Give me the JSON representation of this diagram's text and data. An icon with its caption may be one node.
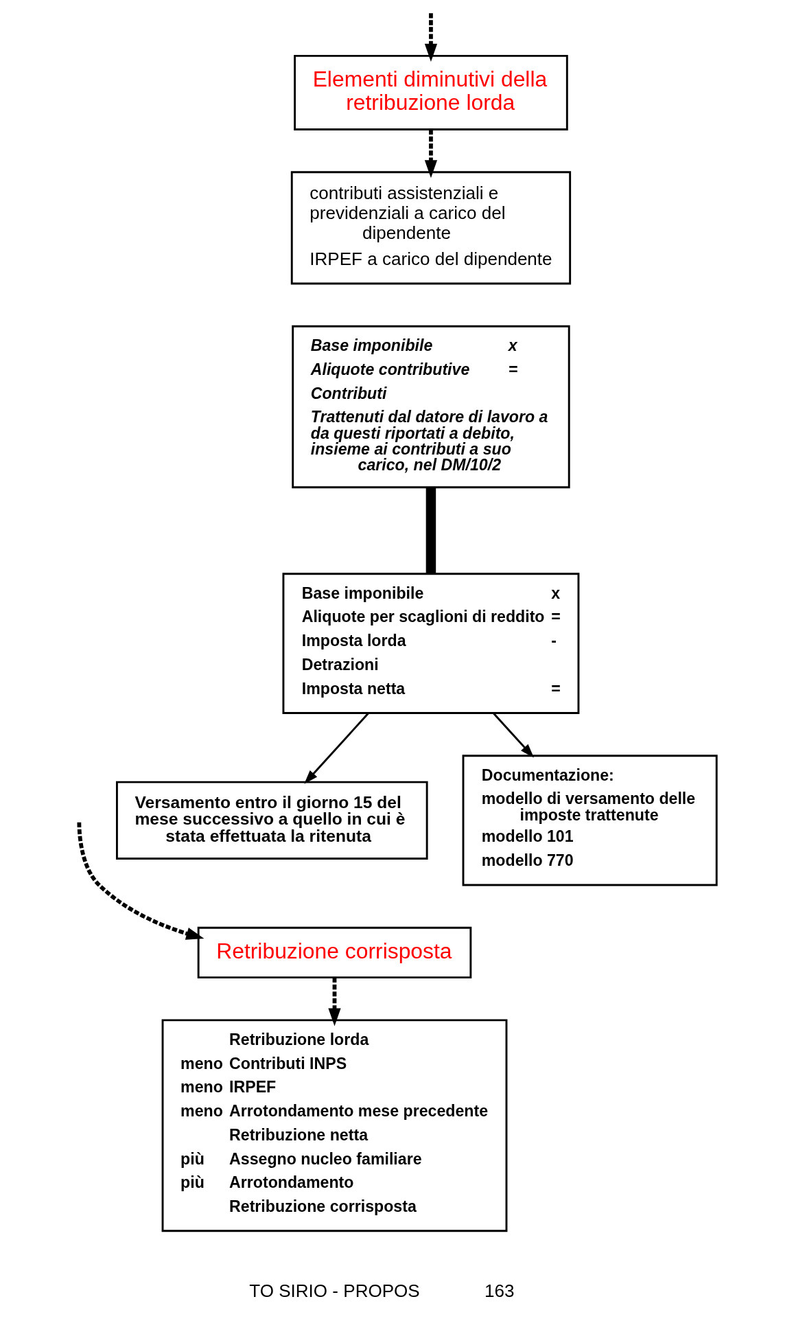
{
  "diagram": {
    "nodes": [
      {
        "text": [
          "Elementi diminutivi della retribuzione lorda"
        ]
      },
      {
        "text": [
          "contributi assistenziali e previdenziali a carico del dipendente",
          "IRPEF a carico del dipendente"
        ]
      },
      {
        "text": [
          "Base imponibile",
          "x",
          "Aliquote contributive",
          "=",
          "Contributi",
          "Trattenuti dal datore di lavoro a da questi riportati a debito, insieme ai contributi a suo carico, nel DM/10/2"
        ]
      },
      {
        "text": [
          "Base imponibile",
          "x",
          "Aliquote per scaglioni di reddito",
          "=",
          "Imposta lorda",
          "-",
          "Detrazioni",
          "Imposta netta",
          "="
        ]
      },
      {
        "text": [
          "Versamento entro il giorno 15 del mese successivo a quello in cui è stata effettuata la ritenuta"
        ]
      },
      {
        "text": [
          "Documentazione:",
          "modello di versamento delle imposte trattenute",
          "modello 101",
          "modello 770"
        ]
      },
      {
        "text": [
          "Retribuzione corrisposta"
        ]
      },
      {
        "text": [
          "Retribuzione lorda",
          "meno",
          "Contributi INPS",
          "meno",
          "IRPEF",
          "meno",
          "Arrotondamento mese precedente",
          "Retribuzione netta",
          "più",
          "Assegno nucleo familiare",
          "più",
          "Arrotondamento",
          "Retribuzione corrisposta"
        ]
      }
    ],
    "edges": [
      {
        "from": null,
        "to": 0,
        "arrow": "to",
        "style": "dashed"
      },
      {
        "from": null,
        "to": 6,
        "arrow": "to",
        "style": "dashed"
      },
      {
        "from": 0,
        "to": 1,
        "arrow": "to",
        "style": "dashed"
      },
      {
        "from": 2,
        "to": 3,
        "arrow": "none",
        "style": "thick"
      },
      {
        "from": 3,
        "to": 4,
        "arrow": "to"
      },
      {
        "from": 3,
        "to": 5,
        "arrow": "to"
      },
      {
        "from": 6,
        "to": 7,
        "arrow": "to",
        "style": "dashed"
      }
    ],
    "labels": [
      "TO SIRIO - PROPOS",
      "163"
    ]
  }
}
